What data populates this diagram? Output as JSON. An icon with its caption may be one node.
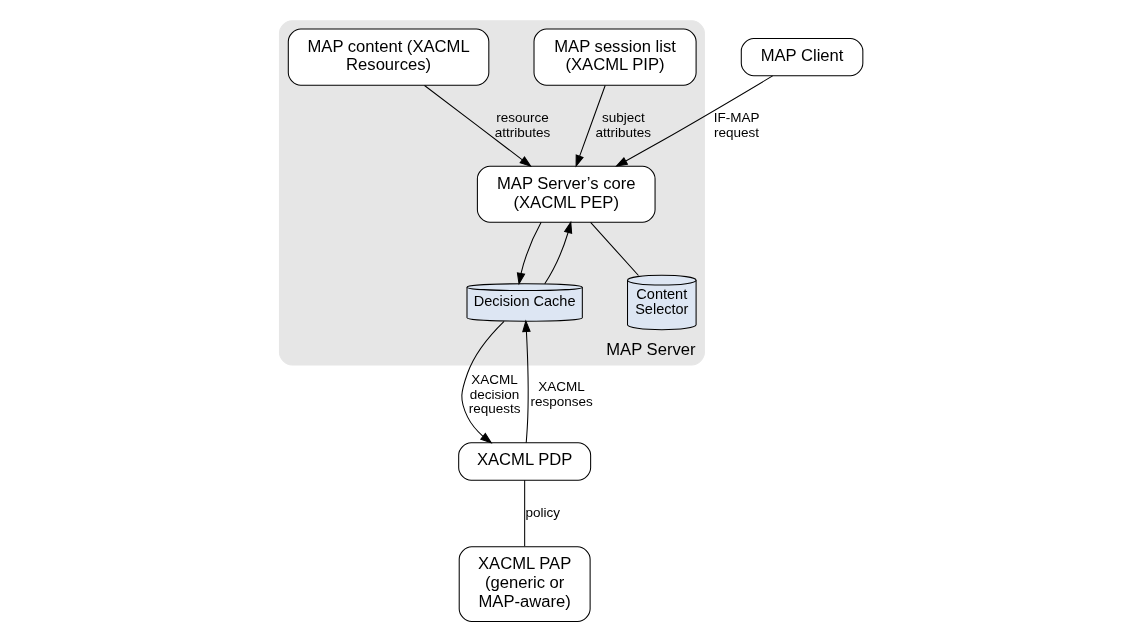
{
  "diagram": {
    "nodes": [
      {
        "text": [
          "MAP Server"
        ]
      },
      {
        "text": [
          "MAP Client"
        ]
      },
      {
        "text": [
          "MAP Server’s core (XACML PEP)"
        ],
        "in": 0
      },
      {
        "text": [
          "MAP session list (XACML PIP)"
        ],
        "in": 0
      },
      {
        "text": [
          "MAP content (XACML Resources)"
        ],
        "in": 0
      },
      {
        "text": [
          "Decision Cache"
        ],
        "in": 0
      },
      {
        "text": [
          "Content Selector"
        ],
        "in": 0
      },
      {
        "text": [
          "XACML PDP"
        ]
      },
      {
        "text": [
          "XACML PAP (generic or MAP-aware)"
        ]
      }
    ],
    "edges": [
      {
        "from": 1,
        "to": 2,
        "arrow": "to",
        "label": "IF-MAP request"
      },
      {
        "from": 3,
        "to": 2,
        "arrow": "to",
        "label": "subject attributes"
      },
      {
        "from": 4,
        "to": 2,
        "arrow": "to",
        "label": "resource attributes"
      },
      {
        "from": 2,
        "to": 6,
        "arrow": "none"
      },
      {
        "from": 2,
        "to": 5,
        "arrow": "to"
      },
      {
        "from": 5,
        "to": 2,
        "arrow": "to"
      },
      {
        "from": 5,
        "to": 7,
        "arrow": "to",
        "label": "XACML decision requests"
      },
      {
        "from": 7,
        "to": 5,
        "arrow": "to",
        "label": "XACML responses"
      },
      {
        "from": 7,
        "to": 8,
        "arrow": "none",
        "label": "policy"
      }
    ]
  }
}
